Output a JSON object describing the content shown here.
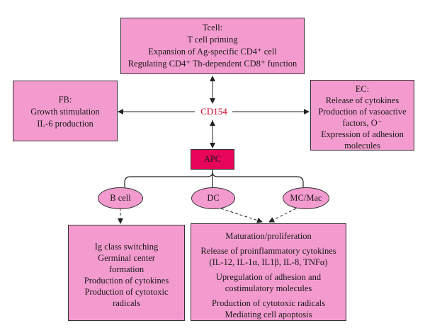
{
  "center": {
    "label": "CD154"
  },
  "tcell": {
    "title": "Tcell:",
    "lines": [
      "T cell priming",
      "Expansion of Ag-specific CD4⁺ cell",
      "Regulating CD4⁺ Th-dependent CD8⁺ function"
    ]
  },
  "fb": {
    "title": "FB:",
    "lines": [
      "Growth stimulation",
      "IL-6 production"
    ]
  },
  "ec": {
    "title": "EC:",
    "lines": [
      "Release of cytokines",
      "Production of vasoactive",
      "factors, O⁻",
      "Expression of adhesion",
      "molecules"
    ]
  },
  "apc": {
    "label": "APC"
  },
  "cells": {
    "bcell": "B cell",
    "dc": "DC",
    "mcmac": "MC/Mac"
  },
  "bcell_box": {
    "lines": [
      "Ig class switching",
      "Germinal center",
      "formation",
      "Production of cytokines",
      "Production of cytotoxic",
      "radicals"
    ]
  },
  "dcmac_box": {
    "lines": [
      "Maturation/proliferation",
      "Release of proinflammatory cytokines",
      "(IL-12, IL-1α, IL1β, IL-8, TNFα)",
      "Upregulation of adhesion and",
      "costimulatory molecules",
      "Production of cytotoxic radicals",
      "Mediating cell apoptosis"
    ]
  },
  "colors": {
    "box_fill": "#f39bcf",
    "apc_fill": "#e8065a",
    "center_text": "#d4002a"
  }
}
